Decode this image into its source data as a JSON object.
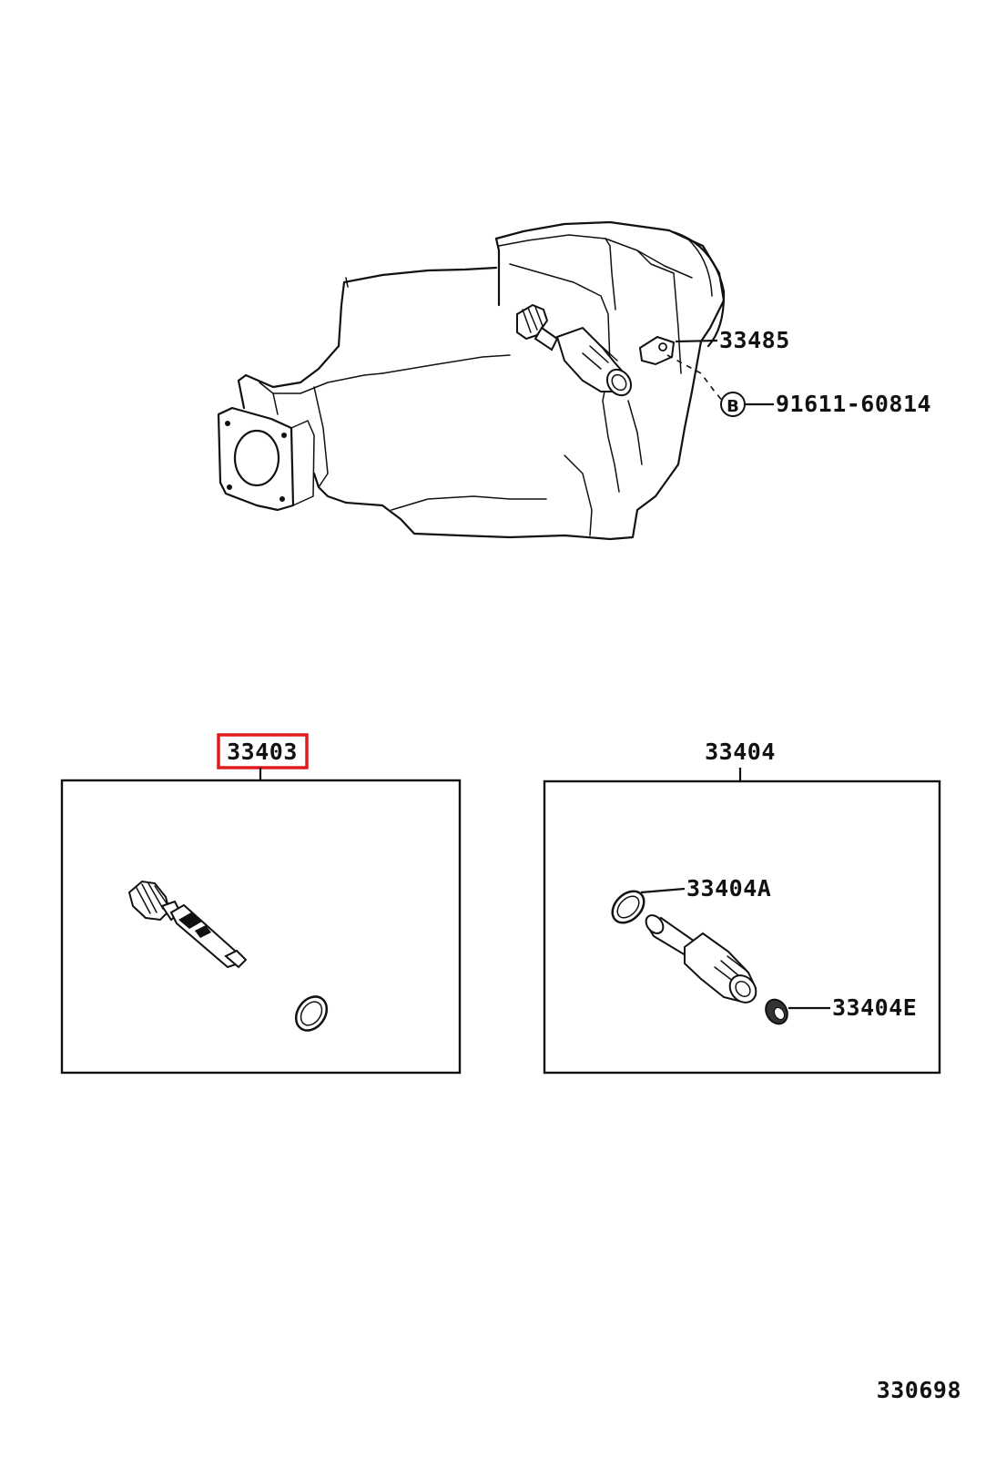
{
  "diagram": {
    "ref_number": "330698",
    "highlight_color": "#e01b1b",
    "labels": {
      "bracket": "33485",
      "bolt_marker": "B",
      "bolt": "91611-60814",
      "kit_left": "33403",
      "kit_right": "33404",
      "oring": "33404A",
      "seal": "33404E"
    }
  }
}
